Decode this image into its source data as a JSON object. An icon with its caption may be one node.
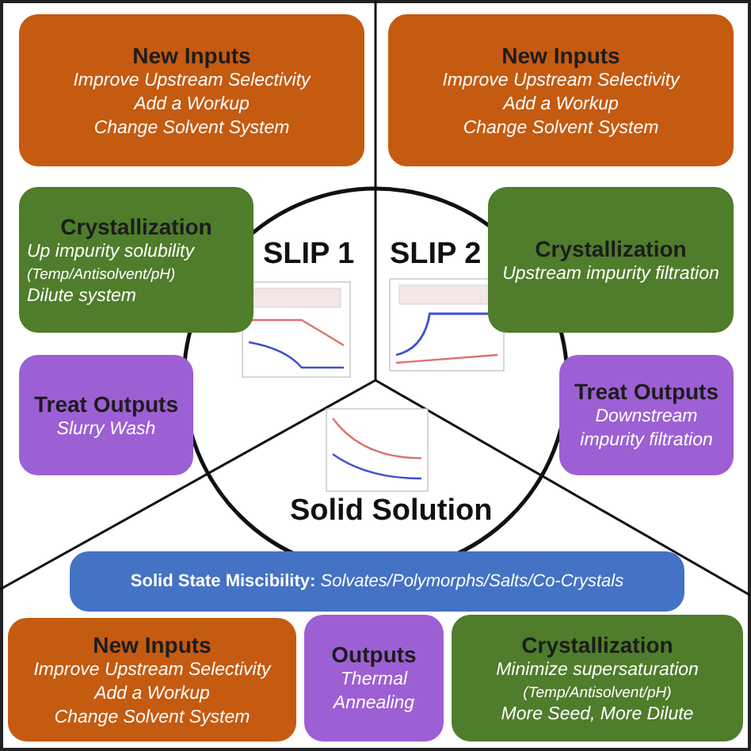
{
  "diagram": {
    "nodes": [
      {
        "text": [
          "New Inputs",
          "Improve Upstream Selectivity",
          "Add a Workup",
          "Change Solvent System"
        ]
      },
      {
        "text": [
          "New Inputs",
          "Improve Upstream Selectivity",
          "Add a Workup",
          "Change Solvent System"
        ]
      },
      {
        "text": [
          "Crystallization",
          "Up impurity solubility",
          "(Temp/Antisolvent/pH)",
          "Dilute system"
        ]
      },
      {
        "text": [
          "Crystallization",
          "Upstream impurity filtration"
        ]
      },
      {
        "text": [
          "Treat Outputs",
          "Slurry Wash"
        ]
      },
      {
        "text": [
          "Treat Outputs",
          "Downstream impurity filtration"
        ]
      },
      {
        "text": [
          "**Solid State Miscibility:** *Solvates/Polymorphs/Salts/Co-Crystals*"
        ]
      },
      {
        "text": [
          "New Inputs",
          "Improve Upstream Selectivity",
          "Add a Workup",
          "Change Solvent System"
        ]
      },
      {
        "text": [
          "Outputs",
          "Thermal Annealing"
        ]
      },
      {
        "text": [
          "Crystallization",
          "Minimize supersaturation",
          "(Temp/Antisolvent/pH)",
          "More Seed, More Dilute"
        ]
      }
    ],
    "edges": [],
    "labels": [
      "SLIP 1",
      "SLIP 2",
      "Solid Solution"
    ]
  }
}
